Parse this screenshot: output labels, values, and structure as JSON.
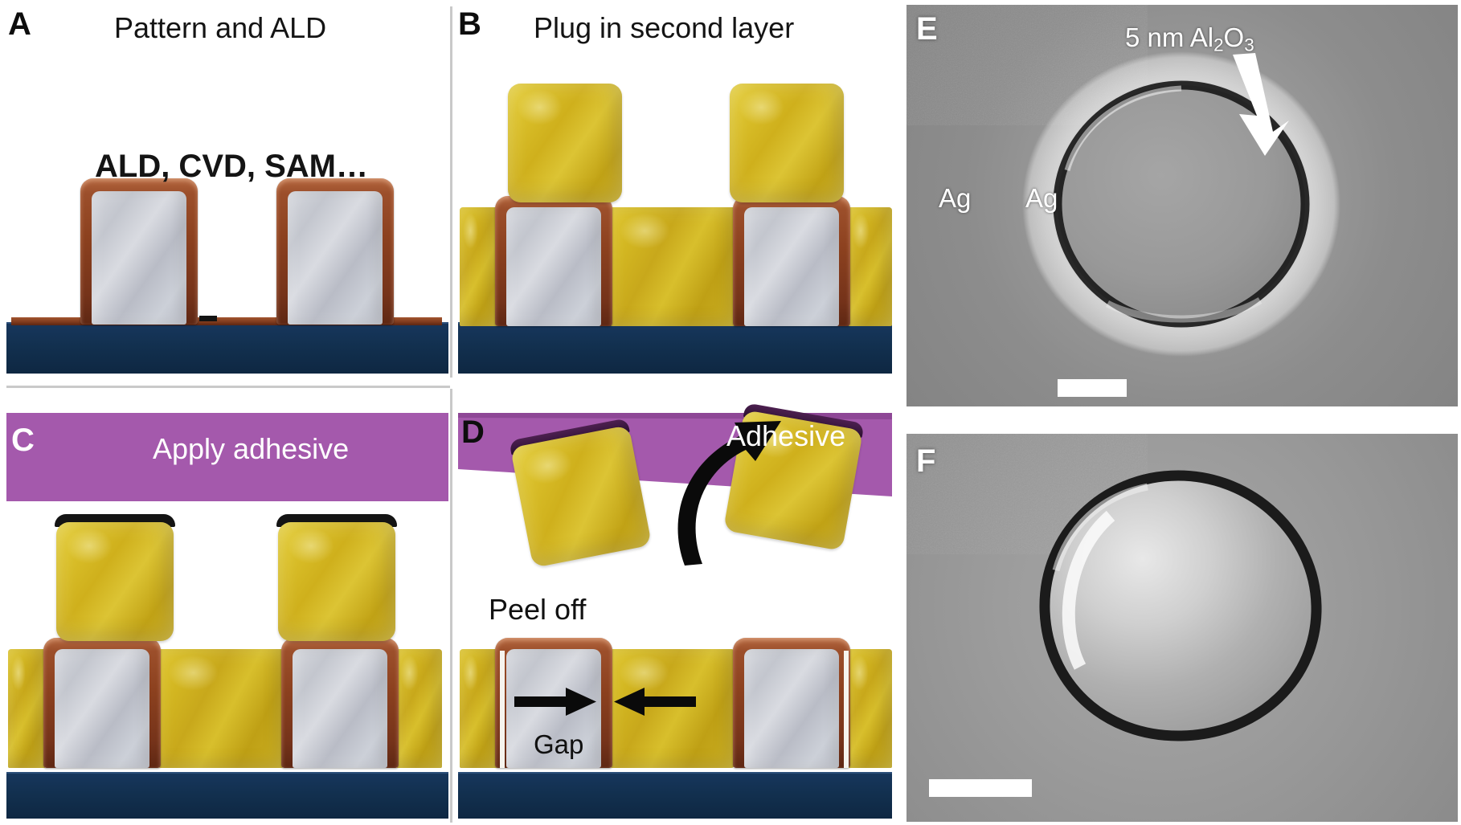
{
  "figure": {
    "panels": [
      {
        "id": "A",
        "label": "A",
        "title": "Pattern and ALD",
        "annotation": "ALD, CVD, SAM…"
      },
      {
        "id": "B",
        "label": "B",
        "title": "Plug in second layer"
      },
      {
        "id": "C",
        "label": "C",
        "title": "Apply adhesive"
      },
      {
        "id": "D",
        "label": "D",
        "adhesive_label": "Adhesive",
        "peel_label": "Peel off",
        "gap_label": "Gap"
      },
      {
        "id": "E",
        "label": "E",
        "oxide_label": "5 nm Al",
        "oxide_sub1": "2",
        "oxide_label2": "O",
        "oxide_sub2": "3",
        "material_outside": "Ag",
        "material_inside": "Ag"
      },
      {
        "id": "F",
        "label": "F"
      }
    ]
  },
  "colors": {
    "substrate": "#12304f",
    "ald_copper": "#8c411f",
    "silicon_grey": "#c6c9d1",
    "gold": "#cfb01c",
    "adhesive_purple": "#a459ac",
    "sem_grey": "#8f8f8f",
    "scalebar": "#ffffff",
    "label_dark": "#0d0d0d",
    "label_light": "#ffffff"
  }
}
